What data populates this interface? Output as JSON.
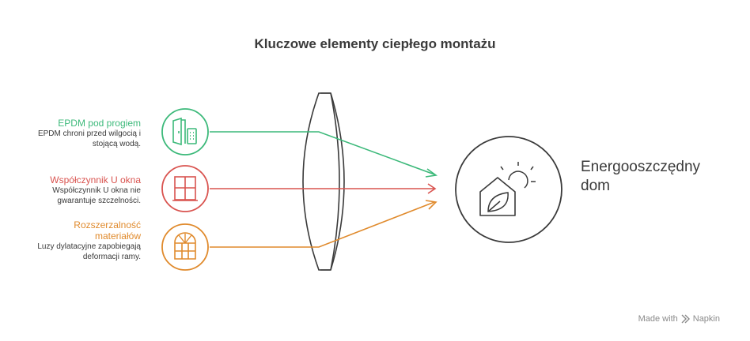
{
  "title": "Kluczowe elementy ciepłego montażu",
  "items": [
    {
      "heading": "EPDM pod progiem",
      "desc_line1": "EPDM chroni przed wilgocią i",
      "desc_line2": "stojącą wodą.",
      "color": "#3cb97a",
      "icon": "door-building-icon"
    },
    {
      "heading": "Współczynnik U okna",
      "desc_line1": "Współczynnik U okna nie",
      "desc_line2": "gwarantuje szczelności.",
      "color": "#d9534f",
      "icon": "window-icon"
    },
    {
      "heading_line1": "Rozszerzalność",
      "heading_line2": "materiałów",
      "desc_line1": "Luzy dylatacyjne zapobiegają",
      "desc_line2": "deformacji ramy.",
      "color": "#e08a2c",
      "icon": "arched-window-icon"
    }
  ],
  "target": {
    "line1": "Energooszczędny",
    "line2": "dom",
    "icon": "eco-house-sun-icon"
  },
  "footer": {
    "text": "Made with",
    "brand": "Napkin"
  }
}
